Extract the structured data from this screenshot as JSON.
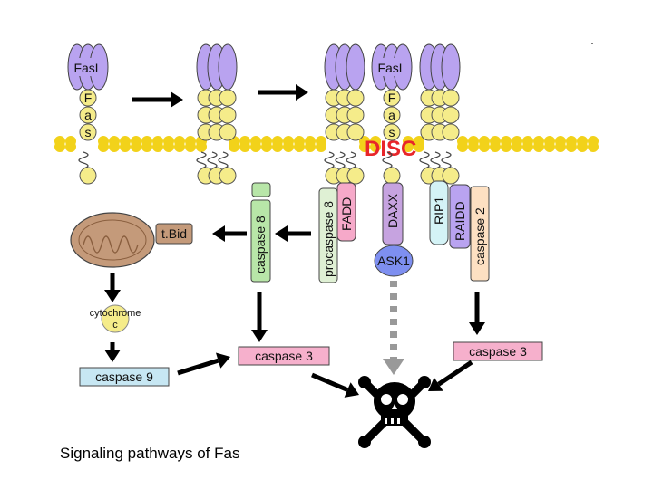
{
  "receptor": {
    "ligand_label": "FasL",
    "fas_letters": [
      "F",
      "a",
      "s"
    ]
  },
  "membrane": {
    "complex_label": "DISC"
  },
  "adaptors": {
    "fadd": "FADD",
    "daxx": "DAXX",
    "rip1": "RIP1",
    "raidd": "RAIDD",
    "caspase2": "caspase 2",
    "procaspase8": "procaspase 8",
    "caspase8": "caspase 8",
    "ask1": "ASK1"
  },
  "mito": {
    "tbid": "t.Bid",
    "cytochrome_c": [
      "cytochrome",
      "c"
    ]
  },
  "effectors": {
    "caspase9": "caspase 9",
    "caspase3_left": "caspase 3",
    "caspase3_right": "caspase 3"
  },
  "caption": "Signaling pathways of Fas",
  "colors": {
    "ligand": "#b9a3f0",
    "fas_bead": "#f5ec8a",
    "membrane": "#f2d21a",
    "disc": "#e8262a",
    "fadd": "#f6a9c9",
    "daxx": "#c6a3e0",
    "ask1": "#7e8ff0",
    "rip1": "#d4f3f6",
    "raidd": "#b9a3f0",
    "caspase2": "#fde0c2",
    "procaspase8": "#dff0d4",
    "caspase8": "#b8e6a8",
    "caspase3": "#f6b0cc",
    "caspase9": "#c7e7f3",
    "mito": "#c49a7a"
  },
  "icons": [
    "skull-crossbones-icon",
    "mitochondrion-icon"
  ]
}
